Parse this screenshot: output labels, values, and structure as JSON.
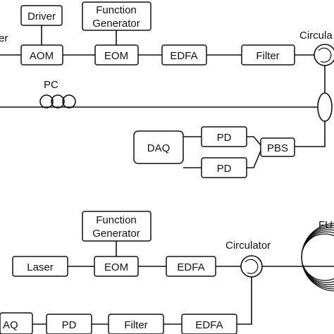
{
  "top_setup": {
    "laser_partial": "er",
    "driver": "Driver",
    "aom": "AOM",
    "function_generator": [
      "Function",
      "Generator"
    ],
    "eom": "EOM",
    "edfa": "EDFA",
    "filter": "Filter",
    "circulator_partial": "Circula",
    "pc": "PC",
    "daq": "DAQ",
    "pd_upper": "PD",
    "pd_lower": "PD",
    "pbs": "PBS"
  },
  "bottom_setup": {
    "function_generator": [
      "Function",
      "Generator"
    ],
    "laser": "Laser",
    "eom": "EOM",
    "edfa": "EDFA",
    "circulator": "Circulator",
    "fut_partial": "FU",
    "daq_partial": "AQ",
    "pd": "PD",
    "filter": "Filter",
    "edfa_return": "EDFA"
  }
}
